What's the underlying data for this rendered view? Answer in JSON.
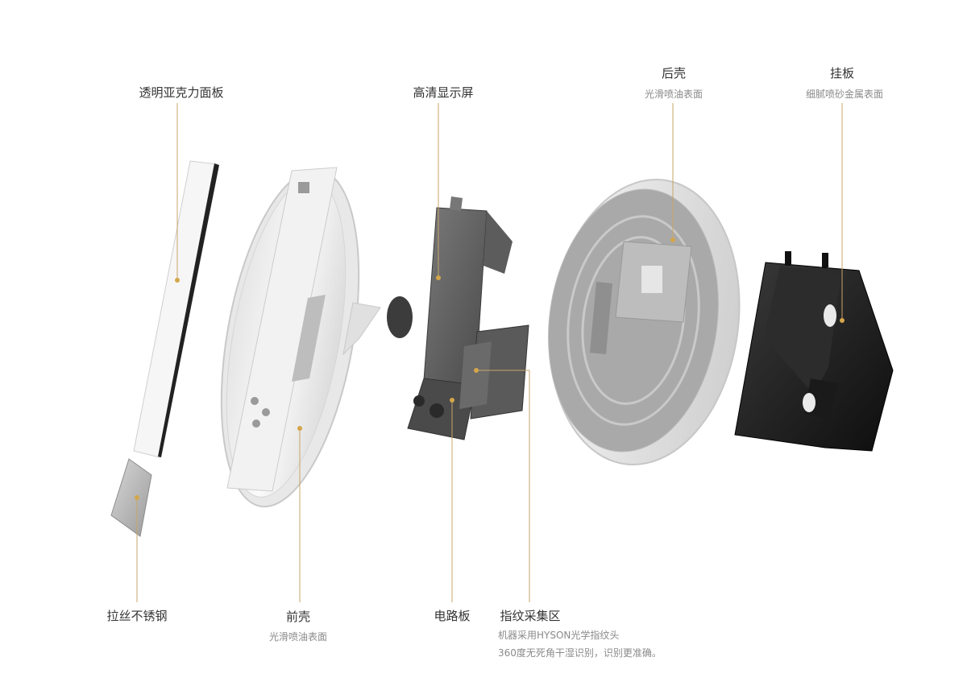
{
  "colors": {
    "leader": "#c9a46a",
    "dot": "#d4a64b",
    "panel_white": "#f4f4f4",
    "panel_gray": "#6e6e6e",
    "mount_black": "#1a1a1a"
  },
  "parts": {
    "acrylic_panel": {
      "title": "透明亚克力面板"
    },
    "display": {
      "title": "高清显示屏"
    },
    "rear_shell": {
      "title": "后壳",
      "subtitle": "光滑喷油表面"
    },
    "mount": {
      "title": "挂板",
      "subtitle": "细腻喷砂金属表面"
    },
    "steel": {
      "title": "拉丝不锈钢"
    },
    "front_shell": {
      "title": "前壳",
      "subtitle": "光滑喷油表面"
    },
    "board": {
      "title": "电路板"
    },
    "fingerprint": {
      "title": "指纹采集区",
      "line1": "机器采用HYSON光学指纹头",
      "line2": "360度无死角干湿识别，识别更准确。"
    }
  }
}
